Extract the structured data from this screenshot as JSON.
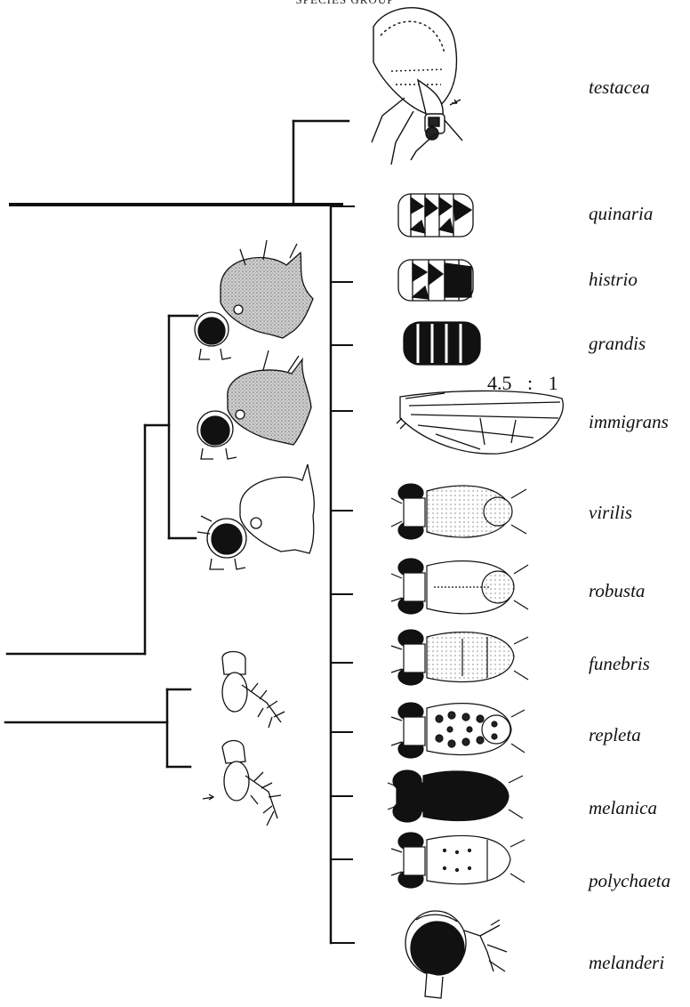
{
  "header": {
    "text": "SPECIES GROUP"
  },
  "wing_ratio": {
    "value": "4.5",
    "sep": ":",
    "unit": "1"
  },
  "species": [
    {
      "key": "testacea",
      "label": "testacea",
      "illustration": "whole-fly-side-view"
    },
    {
      "key": "quinaria",
      "label": "quinaria",
      "illustration": "banded-abdomen"
    },
    {
      "key": "histrio",
      "label": "histrio",
      "illustration": "banded-abdomen"
    },
    {
      "key": "grandis",
      "label": "grandis",
      "illustration": "dark-banded-abdomen"
    },
    {
      "key": "immigrans",
      "label": "immigrans",
      "illustration": "wing"
    },
    {
      "key": "virilis",
      "label": "virilis",
      "illustration": "thorax-dorsal"
    },
    {
      "key": "robusta",
      "label": "robusta",
      "illustration": "thorax-dorsal"
    },
    {
      "key": "funebris",
      "label": "funebris",
      "illustration": "thorax-dorsal"
    },
    {
      "key": "repleta",
      "label": "repleta",
      "illustration": "spotted-thorax-dorsal"
    },
    {
      "key": "melanica",
      "label": "melanica",
      "illustration": "black-thorax-dorsal"
    },
    {
      "key": "polychaeta",
      "label": "polychaeta",
      "illustration": "thorax-dorsal"
    },
    {
      "key": "melanderi",
      "label": "melanderi",
      "illustration": "head-side-view"
    }
  ],
  "side_illustrations": [
    {
      "key": "head-shaded-1",
      "illustration": "head-with-shaded-thorax"
    },
    {
      "key": "head-shaded-2",
      "illustration": "head-with-shaded-thorax"
    },
    {
      "key": "head-clear",
      "illustration": "head-with-clear-thorax"
    },
    {
      "key": "antenna-1",
      "illustration": "antenna-arista"
    },
    {
      "key": "antenna-2",
      "illustration": "antenna-arista"
    }
  ]
}
